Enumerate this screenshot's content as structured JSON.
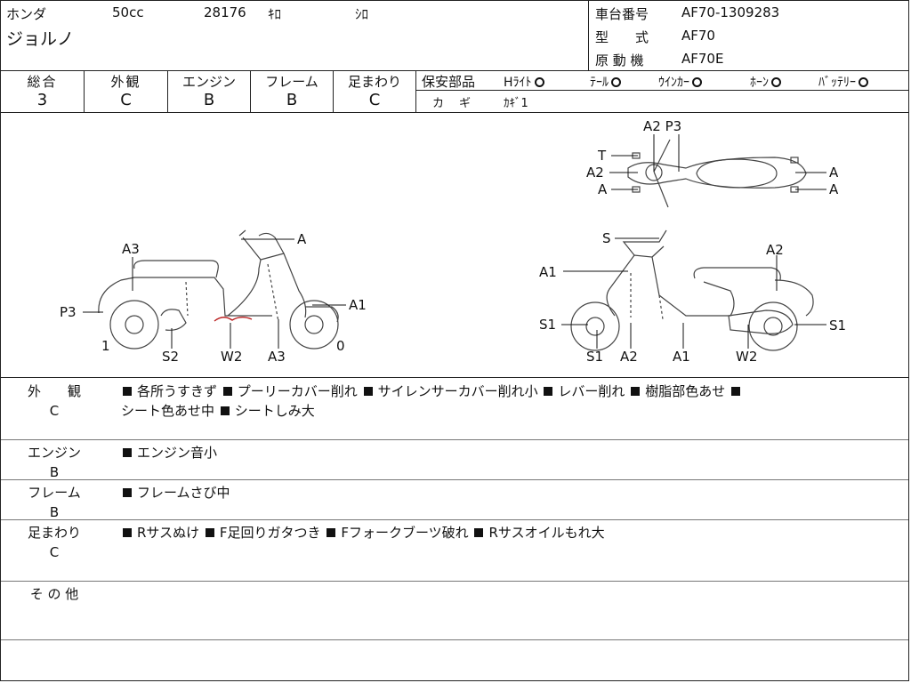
{
  "header": {
    "maker": "ホンダ",
    "displacement": "50cc",
    "mileage": "28176",
    "mileage_unit": "ｷﾛ",
    "color": "ｼﾛ",
    "model_name": "ジョルノ",
    "frame_no_label": "車台番号",
    "frame_no": "AF70-1309283",
    "model_label": "型　　式",
    "model_code": "AF70",
    "engine_label": "原 動 機",
    "engine_code": "AF70E"
  },
  "grades": [
    {
      "label": "総合",
      "value": "3"
    },
    {
      "label": "外観",
      "value": "C"
    },
    {
      "label": "エンジン",
      "value": "B"
    },
    {
      "label": "フレーム",
      "value": "B"
    },
    {
      "label": "足まわり",
      "value": "C"
    }
  ],
  "safety": {
    "title": "保安部品",
    "items": [
      {
        "label": "Hﾗｲﾄ"
      },
      {
        "label": "ﾃｰﾙ"
      },
      {
        "label": "ｳｲﾝｶｰ"
      },
      {
        "label": "ﾎｰﾝ"
      },
      {
        "label": "ﾊﾞｯﾃﾘｰ"
      }
    ],
    "key_label": "カ　ギ",
    "key_value": "ｶｷﾞ1"
  },
  "diagram": {
    "left_labels": {
      "a": "A",
      "a3_top": "A3",
      "a1": "A1",
      "p3": "P3",
      "one": "1",
      "zero": "0",
      "s2": "S2",
      "w2": "W2",
      "a3_bottom": "A3"
    },
    "right_labels": {
      "s": "S",
      "a2": "A2",
      "a1": "A1",
      "s1_left": "S1",
      "s1_right": "S1",
      "s1_bottom": "S1",
      "a2_bottom": "A2",
      "a1_bottom": "A1",
      "w2": "W2"
    },
    "top_labels": {
      "a2p3": "A2 P3",
      "t": "T",
      "a2": "A2",
      "a_left": "A",
      "a_r1": "A",
      "a_r2": "A"
    }
  },
  "sections": [
    {
      "label": "外　　観",
      "grade": "C",
      "items": [
        "各所うすきず",
        "プーリーカバー削れ",
        "サイレンサーカバー削れ小",
        "レバー削れ",
        "樹脂部色あせ",
        "シート色あせ中",
        "シートしみ大"
      ]
    },
    {
      "label": "エンジン",
      "grade": "B",
      "items": [
        "エンジン音小"
      ]
    },
    {
      "label": "フレーム",
      "grade": "B",
      "items": [
        "フレームさび中"
      ]
    },
    {
      "label": "足まわり",
      "grade": "C",
      "items": [
        "Rサスぬけ",
        "F足回りガタつき",
        "Fフォークブーツ破れ",
        "Rサスオイルもれ大"
      ]
    },
    {
      "label": "そ の 他",
      "grade": "",
      "items": []
    }
  ]
}
